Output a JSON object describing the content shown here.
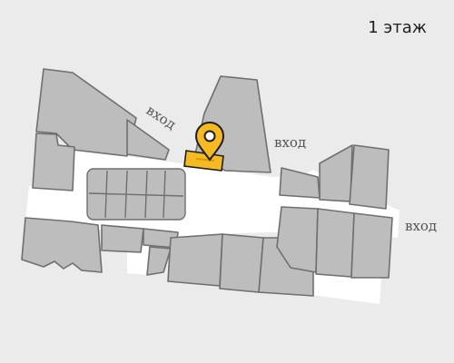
{
  "floor": {
    "label": "1 этаж"
  },
  "entrances": [
    {
      "id": "entrance-top-left",
      "label": "вход"
    },
    {
      "id": "entrance-top-right",
      "label": "вход"
    },
    {
      "id": "entrance-right",
      "label": "вход"
    }
  ],
  "marker": {
    "icon": "location-pin-icon",
    "color": "#f5b921",
    "outline": "#1e1e1e"
  },
  "colors": {
    "background": "#ebebeb",
    "room": "#bdbdbd",
    "corridor": "#ffffff",
    "border": "#6f6f6f",
    "accent": "#f5b921"
  }
}
